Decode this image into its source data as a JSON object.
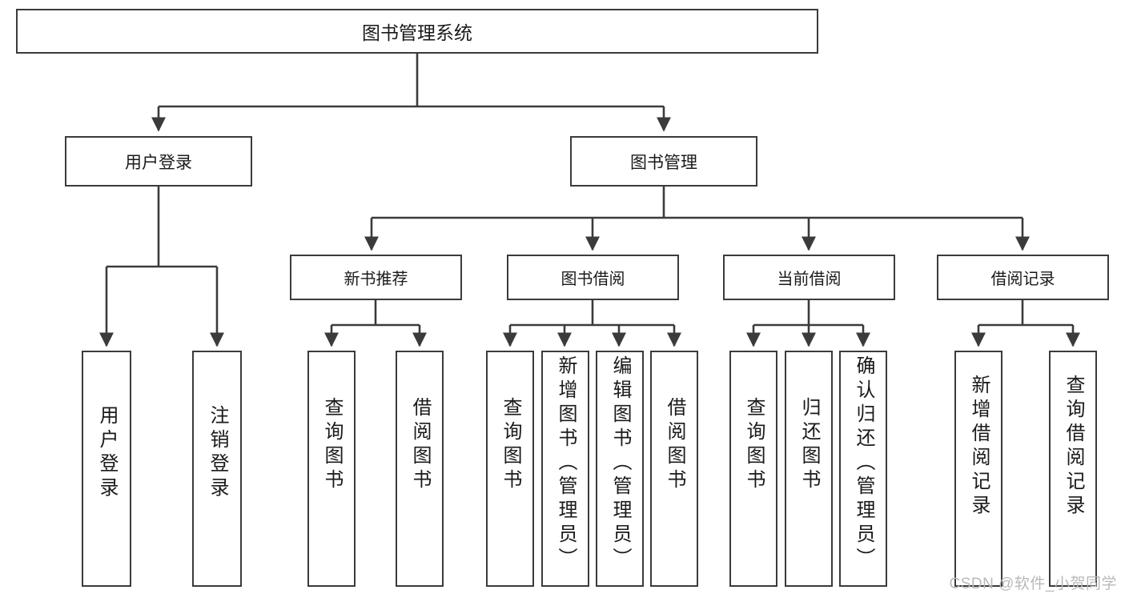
{
  "diagram": {
    "title": "图书管理系统",
    "type": "tree-hierarchy",
    "root": {
      "label": "图书管理系统"
    },
    "level2": [
      {
        "label": "用户登录"
      },
      {
        "label": "图书管理"
      }
    ],
    "level3": [
      {
        "label": "新书推荐"
      },
      {
        "label": "图书借阅"
      },
      {
        "label": "当前借阅"
      },
      {
        "label": "借阅记录"
      }
    ],
    "leaves": {
      "user_login": [
        {
          "label": "用户登录"
        },
        {
          "label": "注销登录"
        }
      ],
      "new_book_recommend": [
        {
          "label": "查询图书"
        },
        {
          "label": "借阅图书"
        }
      ],
      "book_borrow": [
        {
          "label": "查询图书"
        },
        {
          "label": "新增图书（管理员）"
        },
        {
          "label": "编辑图书（管理员）"
        },
        {
          "label": "借阅图书"
        }
      ],
      "current_borrow": [
        {
          "label": "查询图书"
        },
        {
          "label": "归还图书"
        },
        {
          "label": "确认归还（管理员）"
        }
      ],
      "borrow_record": [
        {
          "label": "新增借阅记录"
        },
        {
          "label": "查询借阅记录"
        }
      ]
    }
  },
  "watermark": {
    "text": "CSDN @软件_小贺同学"
  },
  "colors": {
    "stroke": "#3b3b3b",
    "text": "#1a1a1a",
    "background": "#ffffff",
    "watermark": "#b9b9b9"
  }
}
